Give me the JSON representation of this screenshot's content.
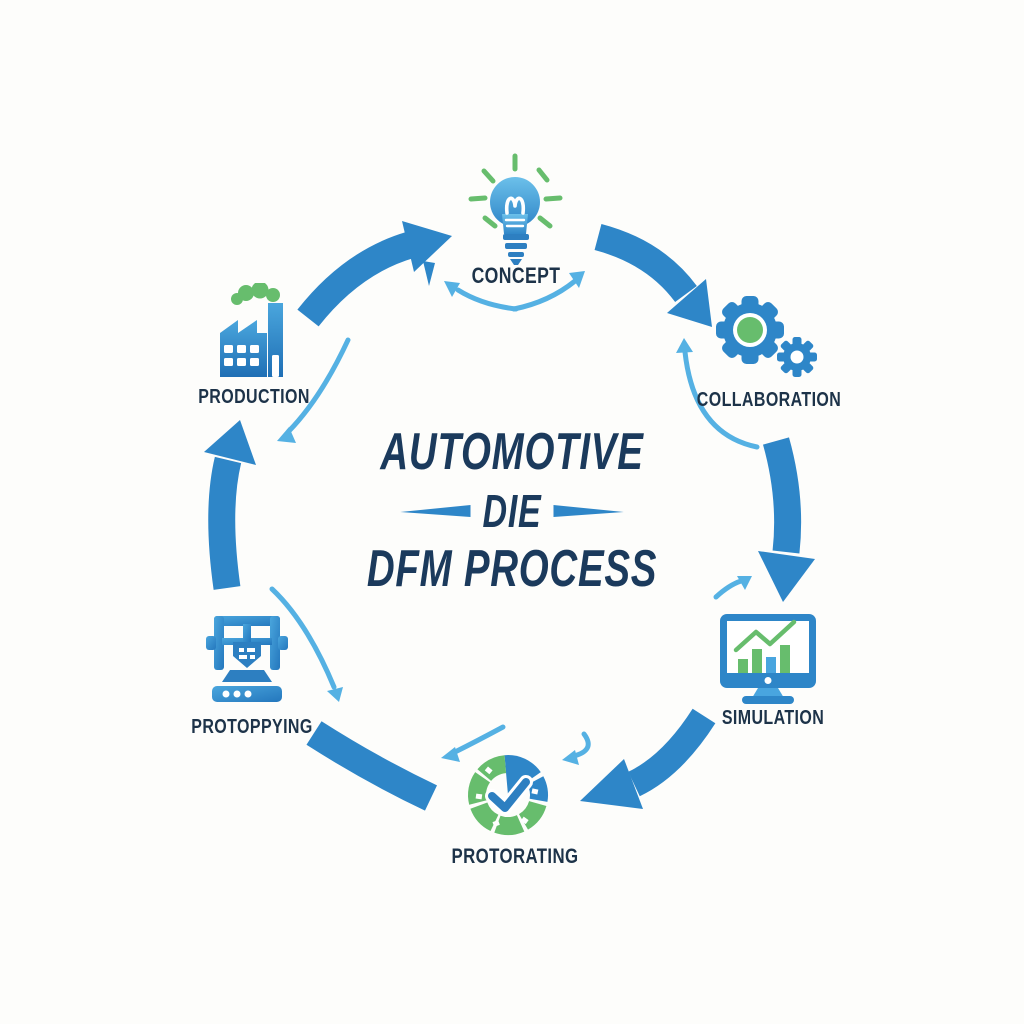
{
  "diagram": {
    "title": {
      "line1": "AUTOMOTIVE",
      "line2": "DIE",
      "line3": "DFM PROCESS"
    },
    "stages": [
      {
        "id": "concept",
        "label": "CONCEPT",
        "icon": "lightbulb-icon"
      },
      {
        "id": "collaboration",
        "label": "COLLABORATION",
        "icon": "gears-icon"
      },
      {
        "id": "simulation",
        "label": "SIMULATION",
        "icon": "monitor-chart-icon"
      },
      {
        "id": "protorating",
        "label": "PROTORATING",
        "icon": "check-wheel-icon"
      },
      {
        "id": "protoppying",
        "label": "PROTOPPYING",
        "icon": "printer-3d-icon"
      },
      {
        "id": "production",
        "label": "PRODUCTION",
        "icon": "factory-icon"
      }
    ],
    "flow": "circular-clockwise"
  },
  "colors": {
    "arrow_blue": "#2e86c8",
    "thin_arrow_blue": "#55b1e3",
    "green": "#67bd6d",
    "title_navy": "#1b3a5c",
    "label_navy": "#1d3349",
    "background": "#fdfdfb"
  }
}
